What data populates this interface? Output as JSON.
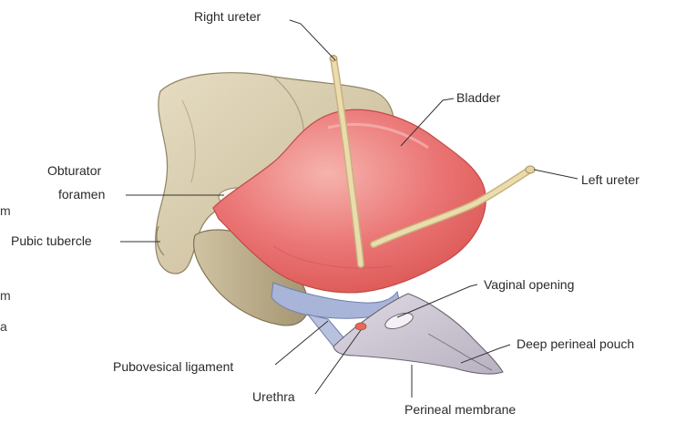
{
  "labels": {
    "right_ureter": "Right ureter",
    "bladder": "Bladder",
    "left_ureter": "Left ureter",
    "obturator_foramen_line1": "Obturator",
    "obturator_foramen_line2": "foramen",
    "pubic_tubercle": "Pubic tubercle",
    "vaginal_opening": "Vaginal opening",
    "deep_perineal_pouch": "Deep perineal pouch",
    "pubovesical_ligament": "Pubovesical ligament",
    "urethra": "Urethra",
    "perineal_membrane": "Perineal membrane"
  },
  "edge_fragments": [
    "m",
    "m",
    "a"
  ],
  "colors": {
    "bone": "#d8cdb0",
    "bone_shadow": "#a89a78",
    "bladder": "#e7696a",
    "bladder_highlight": "#f4a3a0",
    "ureter": "#e6d3a2",
    "ligament": "#a9b6d6",
    "membrane": "#c9c3cf",
    "leader": "#333333"
  }
}
